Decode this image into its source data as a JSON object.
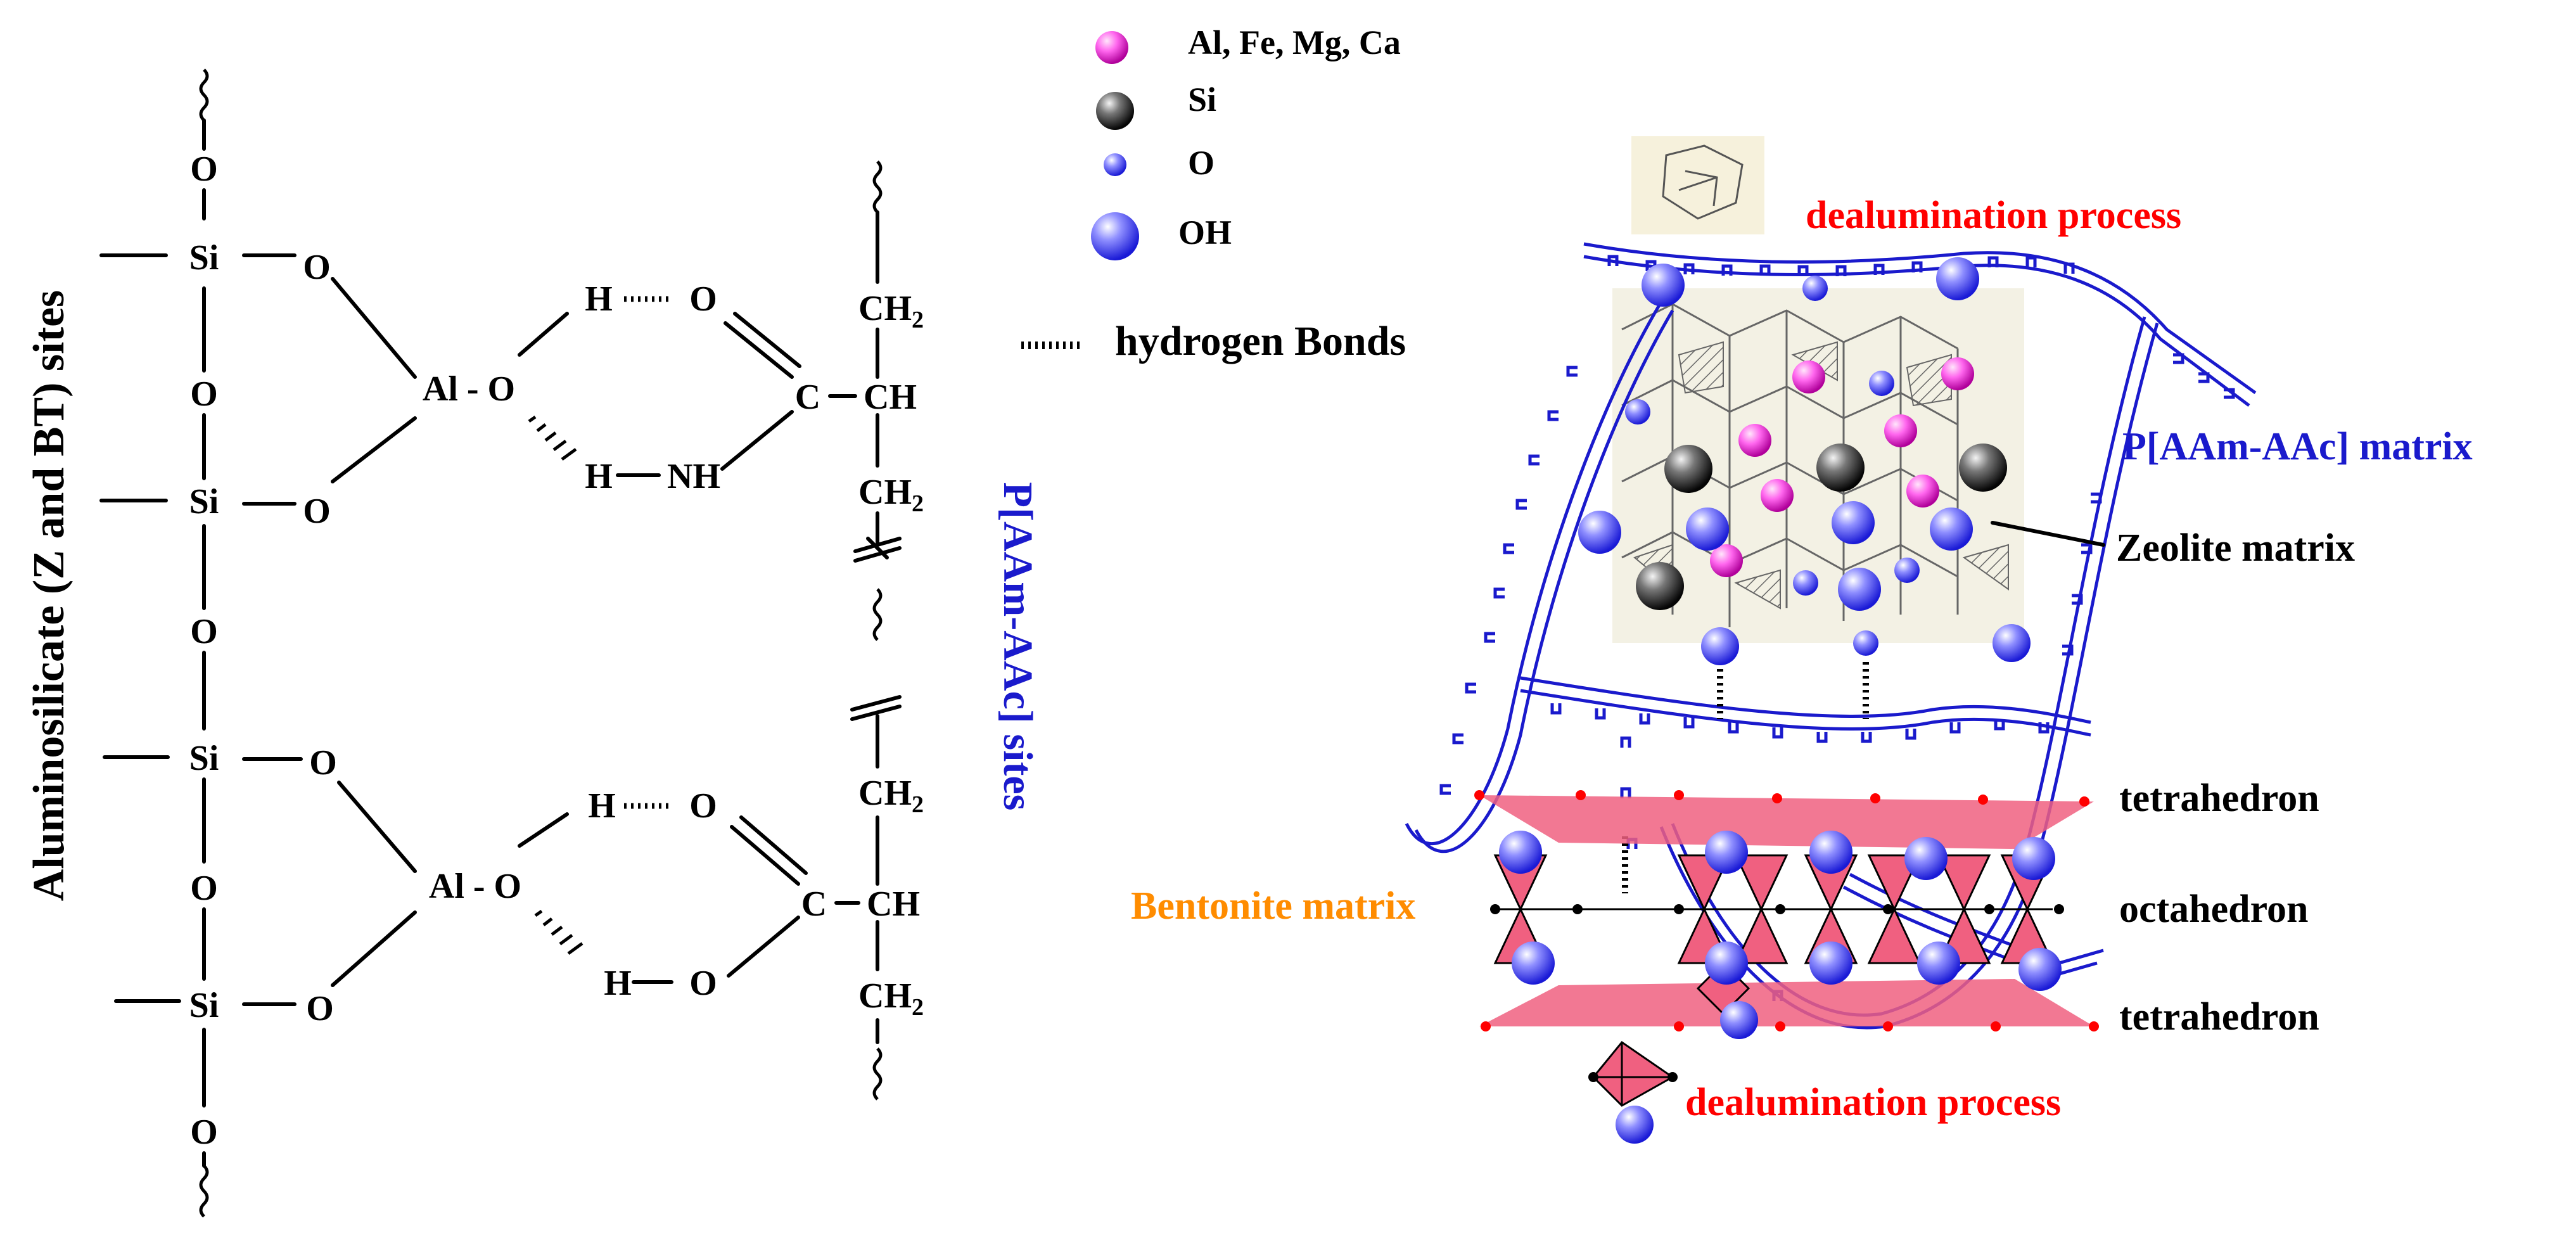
{
  "colors": {
    "metal": "#ff55ee",
    "silicon": "#111111",
    "oxygen": "#3333ff",
    "polymer": "#1a1acc",
    "red_label": "#ff0000",
    "orange_label": "#ff8c00",
    "sheet_fill": "#f06080"
  },
  "legend": [
    {
      "label": "Al, Fe, Mg, Ca",
      "icon": "pink-sphere-icon"
    },
    {
      "label": "Si",
      "icon": "black-sphere-icon"
    },
    {
      "label": "O",
      "icon": "small-blue-sphere-icon"
    },
    {
      "label": "OH",
      "icon": "large-blue-sphere-icon"
    },
    {
      "label": "hydrogen Bonds",
      "icon": "dotted-line-icon"
    }
  ],
  "left_structure": {
    "vertical_label": "Aluminosilicate (Z and BT) sites",
    "atoms": {
      "si": "Si",
      "o": "O",
      "al_o": "Al - O",
      "h": "H",
      "nh": "NH",
      "c": "C",
      "ch": "CH",
      "ch2": "CH",
      "sub2": "2"
    }
  },
  "polymer_sites_label": "P[AAm-AAc] sites",
  "right_diagram": {
    "dealumination_top": "dealumination process",
    "dealumination_bottom": "dealumination process",
    "matrix_label": "P[AAm-AAc] matrix",
    "zeolite_label": "Zeolite matrix",
    "bentonite_label": "Bentonite matrix",
    "layers": [
      "tetrahedron",
      "octahedron",
      "tetrahedron"
    ]
  }
}
